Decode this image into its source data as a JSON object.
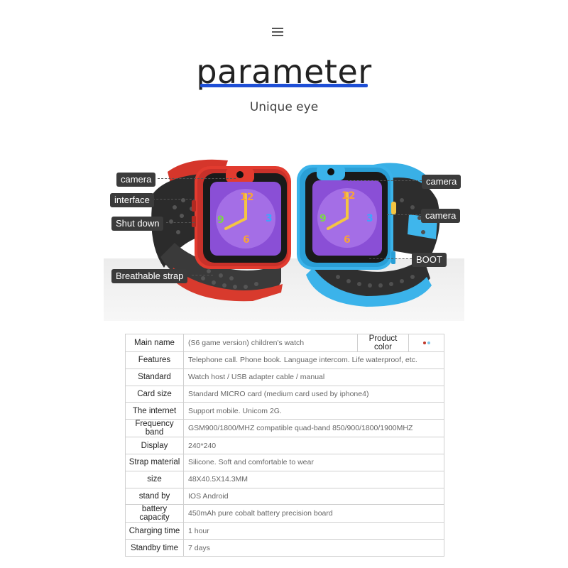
{
  "header": {
    "title": "parameter",
    "subtitle": "Unique eye"
  },
  "callouts": {
    "left": [
      "camera",
      "interface",
      "Shut down",
      "Breathable strap"
    ],
    "right": [
      "camera",
      "camera",
      "BOOT"
    ]
  },
  "watch_face_numbers": [
    "12",
    "3",
    "6",
    "9"
  ],
  "colors": {
    "title_underline": "#1e4fd6",
    "red_watch": "#e03a2e",
    "blue_watch": "#3bb3ea",
    "product_color_dot_red": "#c0392b",
    "product_color_dot_blue": "#7fc8e8"
  },
  "spec_table": {
    "main_name": {
      "label": "Main name",
      "value": "(S6 game version) children's watch"
    },
    "product_color_label": "Product color",
    "rows": [
      {
        "label": "Features",
        "value": "Telephone call. Phone book. Language intercom. Life waterproof, etc."
      },
      {
        "label": "Standard",
        "value": "Watch host / USB adapter cable / manual"
      },
      {
        "label": "Card size",
        "value": "Standard MICRO card (medium card used by iphone4)"
      },
      {
        "label": "The internet",
        "value": "Support mobile. Unicom 2G."
      },
      {
        "label": "Frequency band",
        "value": "GSM900/1800/MHZ compatible quad-band 850/900/1800/1900MHZ"
      },
      {
        "label": "Display",
        "value": "240*240"
      },
      {
        "label": "Strap material",
        "value": "Silicone. Soft and comfortable to wear"
      },
      {
        "label": "size",
        "value": "48X40.5X14.3MM"
      },
      {
        "label": "stand by",
        "value": "IOS Android"
      },
      {
        "label": "battery capacity",
        "value": "450mAh pure cobalt battery precision board"
      },
      {
        "label": "Charging time",
        "value": "1 hour"
      },
      {
        "label": "Standby time",
        "value": "7 days"
      }
    ]
  }
}
